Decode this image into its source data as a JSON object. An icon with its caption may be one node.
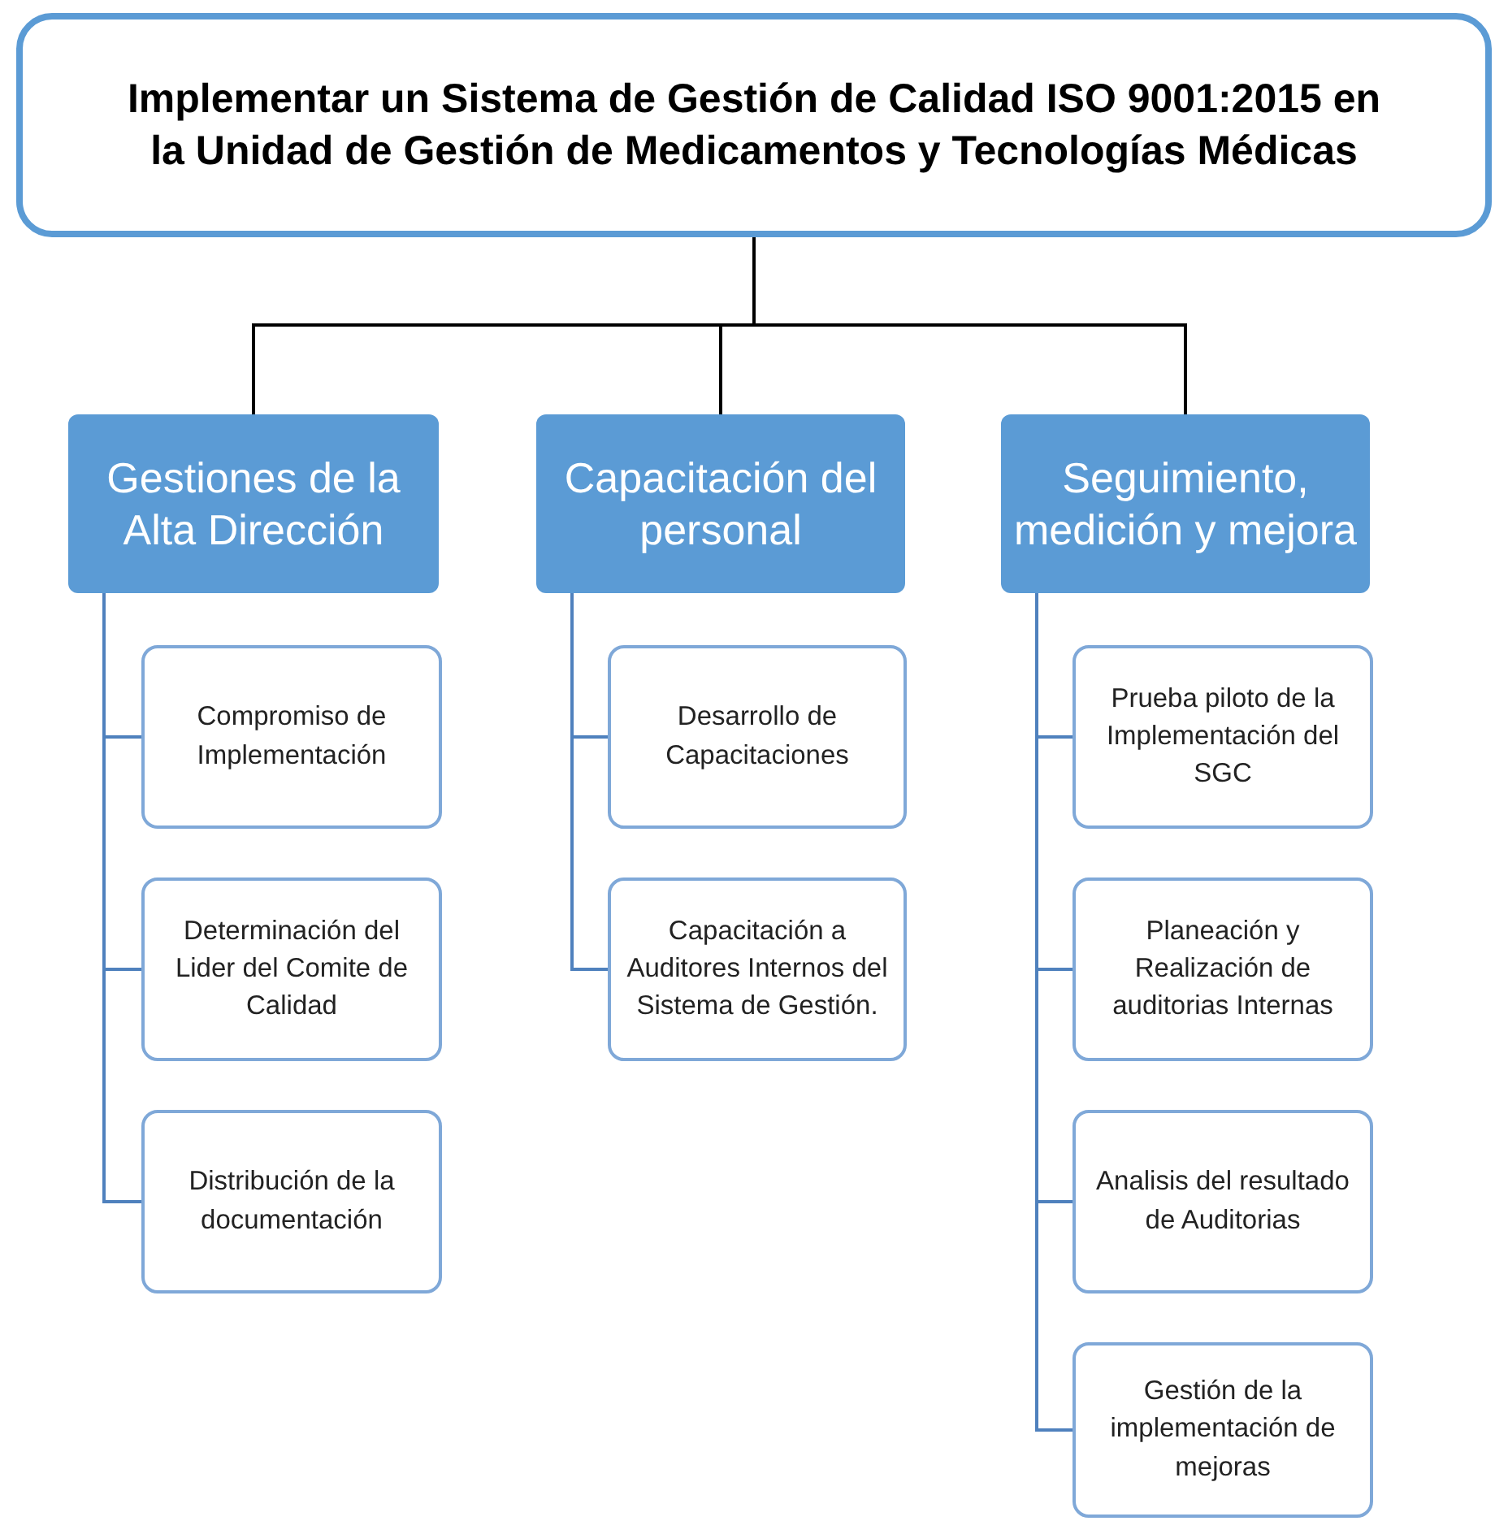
{
  "diagram": {
    "nodes": [
      {
        "text": [
          "Implementar un Sistema de Gestión de Calidad ISO 9001:2015 en la Unidad de Gestión de Medicamentos y Tecnologías Médicas"
        ]
      },
      {
        "text": [
          "Gestiones de la Alta Dirección"
        ]
      },
      {
        "text": [
          "Capacitación del personal"
        ]
      },
      {
        "text": [
          "Seguimiento, medición y mejora"
        ]
      },
      {
        "text": [
          "Compromiso de Implementación"
        ]
      },
      {
        "text": [
          "Determinación del Lider del Comite de Calidad"
        ]
      },
      {
        "text": [
          "Distribución de la documentación"
        ]
      },
      {
        "text": [
          "Desarrollo de Capacitaciones"
        ]
      },
      {
        "text": [
          "Capacitación a Auditores Internos del Sistema de Gestión."
        ]
      },
      {
        "text": [
          "Prueba piloto de la Implementación del SGC"
        ]
      },
      {
        "text": [
          "Planeación y Realización de auditorias Internas"
        ]
      },
      {
        "text": [
          "Analisis del resultado de Auditorias"
        ]
      },
      {
        "text": [
          "Gestión de la implementación de mejoras"
        ]
      }
    ],
    "edges": [
      {
        "from": 0,
        "to": 1,
        "arrow": "none",
        "color": "#000000"
      },
      {
        "from": 0,
        "to": 2,
        "arrow": "none",
        "color": "#000000"
      },
      {
        "from": 0,
        "to": 3,
        "arrow": "none",
        "color": "#000000"
      },
      {
        "from": 1,
        "to": 4,
        "arrow": "none"
      },
      {
        "from": 1,
        "to": 5,
        "arrow": "none"
      },
      {
        "from": 1,
        "to": 6,
        "arrow": "none"
      },
      {
        "from": 2,
        "to": 7,
        "arrow": "none"
      },
      {
        "from": 2,
        "to": 8,
        "arrow": "none"
      },
      {
        "from": 3,
        "to": 9,
        "arrow": "none"
      },
      {
        "from": 3,
        "to": 10,
        "arrow": "none"
      },
      {
        "from": 3,
        "to": 11,
        "arrow": "none"
      },
      {
        "from": 3,
        "to": 12,
        "arrow": "none"
      }
    ]
  }
}
